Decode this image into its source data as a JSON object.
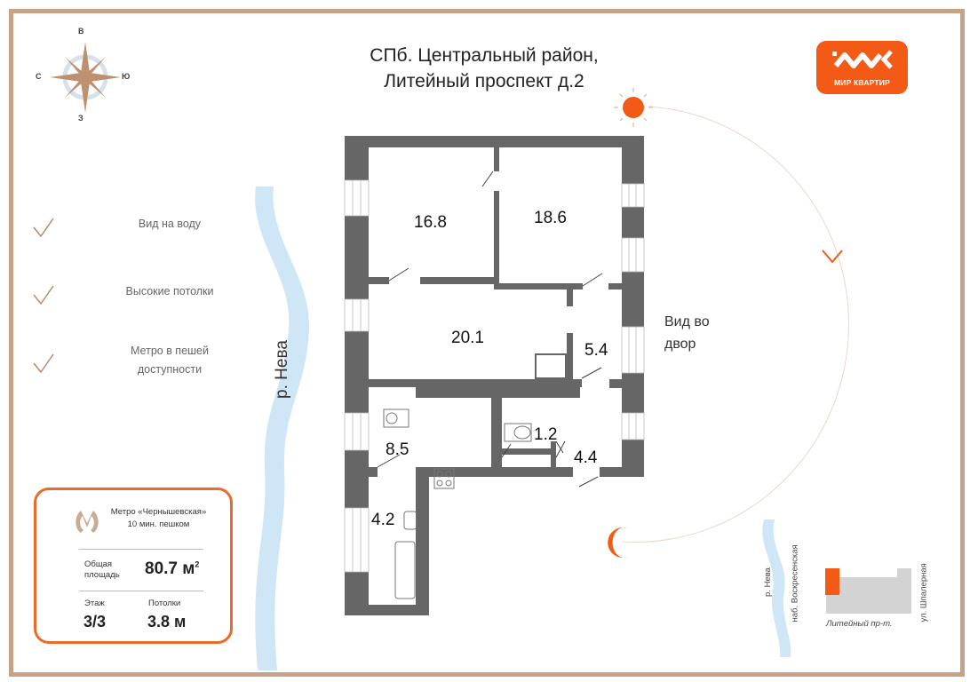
{
  "compass": {
    "north": "В",
    "west": "С",
    "east": "Ю",
    "south": "З"
  },
  "title": {
    "line1": "СПб. Центральный район,",
    "line2": "Литейный проспект д.2"
  },
  "logo": {
    "text": "МИР КВАРТИР"
  },
  "features": [
    "Вид на воду",
    "Высокие потолки",
    "Метро в пешей",
    "доступности"
  ],
  "river_label": "р. Нева",
  "view_label": {
    "line1": "Вид во",
    "line2": "двор"
  },
  "rooms": [
    {
      "area": "16.8"
    },
    {
      "area": "18.6"
    },
    {
      "area": "20.1"
    },
    {
      "area": "5.4"
    },
    {
      "area": "1.2"
    },
    {
      "area": "8.5"
    },
    {
      "area": "4.4"
    },
    {
      "area": "4.2"
    }
  ],
  "info": {
    "metro_line1": "Метро «Чернышевская»",
    "metro_line2": "10 мин. пешком",
    "total_label_1": "Общая",
    "total_label_2": "площадь",
    "total_value": "80.7 м",
    "total_unit_sup": "2",
    "floor_label": "Этаж",
    "floor_value": "3/3",
    "ceiling_label": "Потолки",
    "ceiling_value": "3.8 м"
  },
  "minimap": {
    "river": "р. Нева",
    "embankment": "наб. Воскресенская",
    "avenue": "Литейный пр-т.",
    "street": "ул. Шпалерная"
  },
  "colors": {
    "accent": "#f25a16",
    "wall": "#666666",
    "river": "#cfe6f7",
    "frame": "#c7a286"
  }
}
